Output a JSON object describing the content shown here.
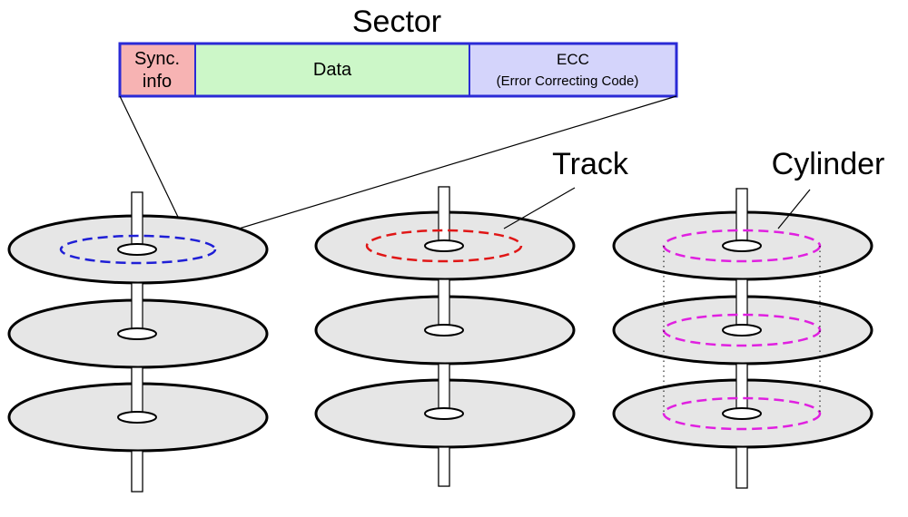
{
  "title": "Sector",
  "sector_fields": [
    {
      "id": "sync",
      "lines": [
        "Sync.",
        "info"
      ],
      "color": "#f7b3b3"
    },
    {
      "id": "data",
      "lines": [
        "Data"
      ],
      "color": "#ccf7c8"
    },
    {
      "id": "ecc",
      "lines": [
        "ECC",
        "(Error Correcting Code)"
      ],
      "color": "#d4d4fb"
    }
  ],
  "sector_border_color": "#2a2ad6",
  "labels": {
    "track": "Track",
    "cylinder": "Cylinder"
  },
  "track_colors": {
    "sector": "#1f1fd6",
    "track": "#e01616",
    "cylinder": "#e020e0"
  },
  "platter_fill": "#e6e6e6"
}
